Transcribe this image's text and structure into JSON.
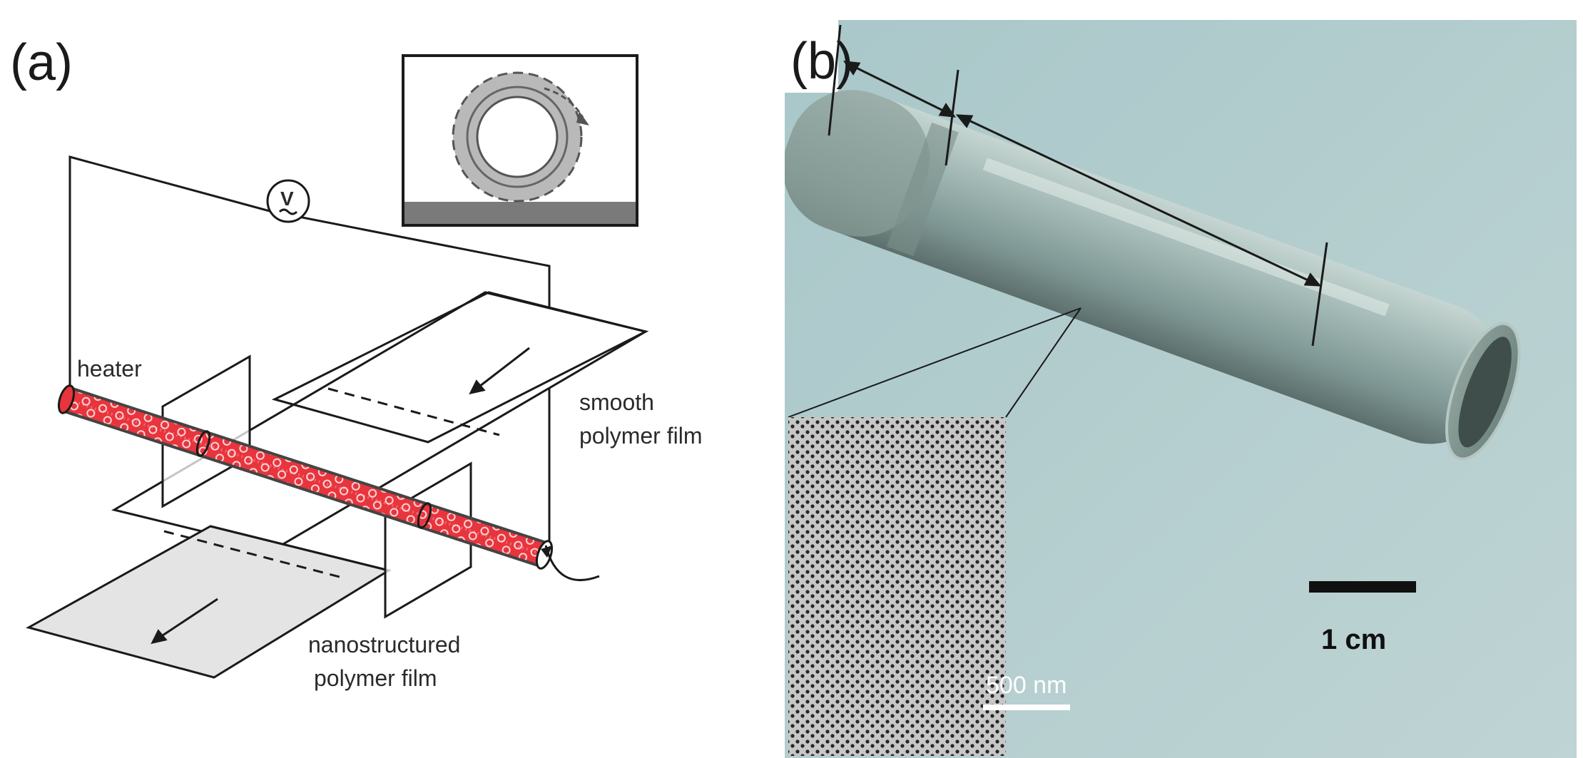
{
  "panel_a": {
    "label": "(a)",
    "voltage_symbol": "V",
    "labels": {
      "heater": "heater",
      "smooth_film_line1": "smooth",
      "smooth_film_line2": "polymer film",
      "nano_film_line1": "nanostructured",
      "nano_film_line2": "polymer film"
    },
    "colors": {
      "heater": "#e8343c",
      "lines": "#1a1a1a",
      "film_fill": "#e4e4e4",
      "inset_ground": "#7a7a7a",
      "gear": "#b9b9b9"
    }
  },
  "panel_b": {
    "label": "(b)",
    "scale_bar_label": "1 cm",
    "sem_scale_label": "500 nm",
    "colors": {
      "background": "#a8c4c6",
      "tube": "#8fa8a6",
      "sem_dark": "#2a2a2a"
    }
  }
}
